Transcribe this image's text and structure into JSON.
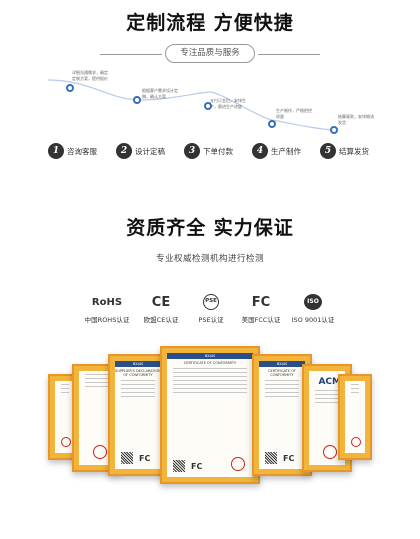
{
  "process": {
    "title": "定制流程 方便快捷",
    "pill": "专注品质与服务",
    "notes": [
      "详细沟通需求，确定定制方案，提供报价",
      "根据客户需求设计定稿，确认方案",
      "支付订金后，安排生产，跟进生产进度",
      "生产制作，严格把控质量",
      "结算尾款，安排物流发货"
    ],
    "steps": [
      {
        "num": "1",
        "label": "咨询客服"
      },
      {
        "num": "2",
        "label": "设计定稿"
      },
      {
        "num": "3",
        "label": "下单付款"
      },
      {
        "num": "4",
        "label": "生产制作"
      },
      {
        "num": "5",
        "label": "结算发货"
      }
    ]
  },
  "quality": {
    "title": "资质齐全 实力保证",
    "subtitle": "专业权威检测机构进行检测",
    "certs": [
      {
        "logo": "RoHS",
        "label": "中国ROHS认证"
      },
      {
        "logo": "CE",
        "label": "欧盟CE认证"
      },
      {
        "logo": "PSE",
        "label": "PSE认证"
      },
      {
        "logo": "FC",
        "label": "美国FCC认证"
      },
      {
        "logo": "ISO",
        "label": "ISO 9001认证"
      }
    ],
    "frames": {
      "center_title": "CERTIFICATE OF CONFORMITY",
      "left_title": "SUPPLIER'S DECLARATION OF CONFORMITY",
      "right_title": "CERTIFICATE OF CONFORMITY",
      "acm": "ACM"
    }
  },
  "colors": {
    "accent": "#2f6fbf",
    "frame": "#f2b43a",
    "dark": "#333333"
  }
}
